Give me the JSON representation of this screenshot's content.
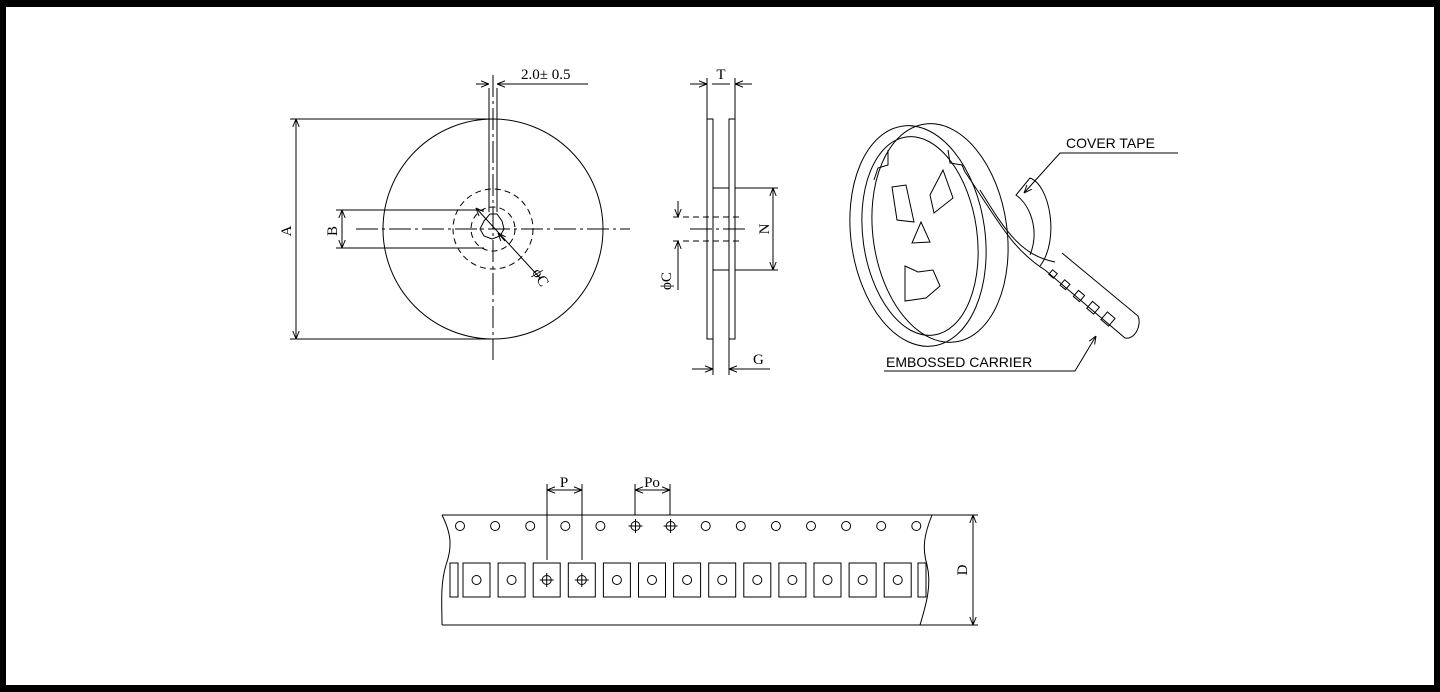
{
  "labels": {
    "slot_width": "2.0± 0.5",
    "A": "A",
    "B": "B",
    "C_front": "ϕC",
    "C_side": "ϕC",
    "T": "T",
    "N": "N",
    "G": "G",
    "cover_tape": "COVER TAPE",
    "embossed_carrier": "EMBOSSED CARRIER",
    "P": "P",
    "Po": "Po",
    "D": "D"
  }
}
